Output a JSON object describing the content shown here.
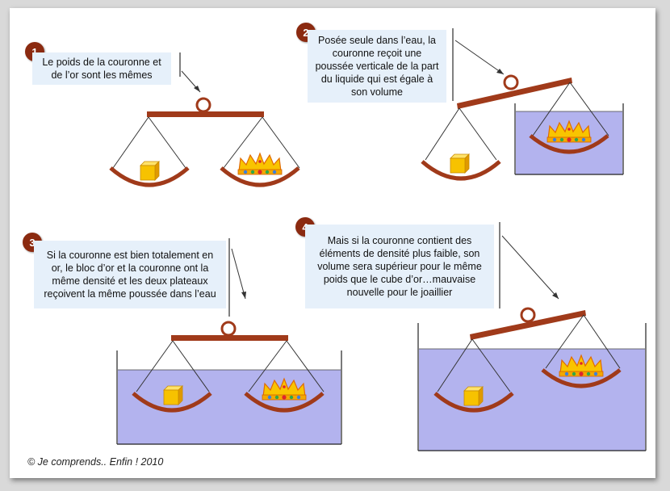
{
  "panels": [
    {
      "number": "1",
      "text": "Le poids de la couronne et de l’or sont les mêmes"
    },
    {
      "number": "2",
      "text": "Posée seule dans l’eau, la couronne reçoit une poussée verticale de la part du liquide qui est égale à son volume"
    },
    {
      "number": "3",
      "text": "Si la couronne est bien totalement en or, le bloc d’or et la couronne ont la même densité et les deux plateaux reçoivent la même poussée dans l’eau"
    },
    {
      "number": "4",
      "text": "Mais si la couronne contient des éléments de densité plus faible, son volume sera supérieur pour le même poids que le cube d’or…mauvaise nouvelle pour le joaillier"
    }
  ],
  "copyright": "© Je comprends.. Enfin ! 2010",
  "colors": {
    "beam": "#a03a1a",
    "water": "#b3b3ee",
    "caption_bg": "#e6f0fa",
    "badge": "#8b2a10",
    "gold": "#f5b800"
  }
}
